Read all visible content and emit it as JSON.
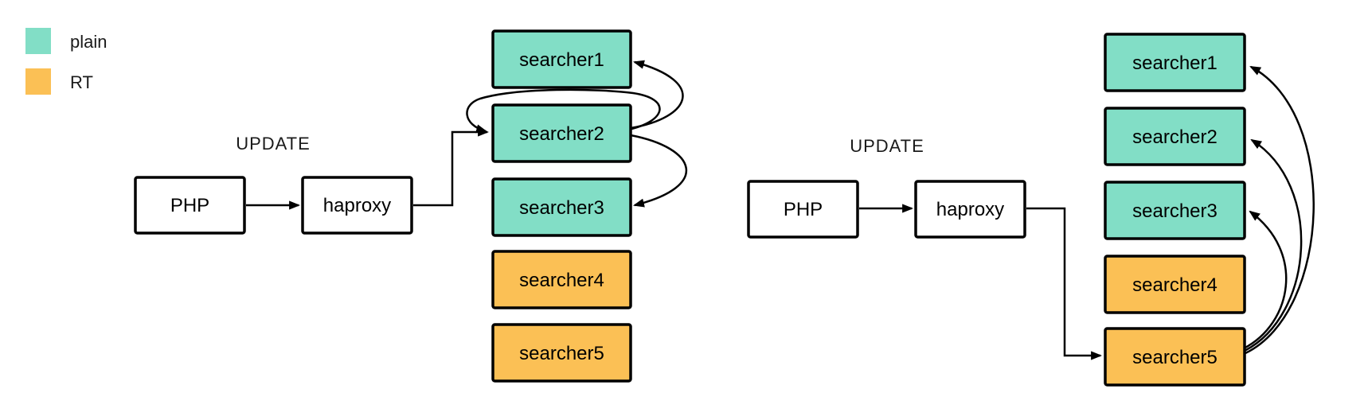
{
  "colors": {
    "plain": "#82DEC6",
    "rt": "#FBC055",
    "node_fill": "#FFFFFF",
    "stroke": "#000000"
  },
  "legend": {
    "items": [
      {
        "label": "plain",
        "color": "#82DEC6"
      },
      {
        "label": "RT",
        "color": "#FBC055"
      }
    ]
  },
  "left_diagram": {
    "update_label": "UPDATE",
    "php_label": "PHP",
    "haproxy_label": "haproxy",
    "searchers": [
      {
        "label": "searcher1",
        "type": "plain",
        "color": "#82DEC6"
      },
      {
        "label": "searcher2",
        "type": "plain",
        "color": "#82DEC6"
      },
      {
        "label": "searcher3",
        "type": "plain",
        "color": "#82DEC6"
      },
      {
        "label": "searcher4",
        "type": "RT",
        "color": "#FBC055"
      },
      {
        "label": "searcher5",
        "type": "RT",
        "color": "#FBC055"
      }
    ],
    "edges": [
      {
        "from": "PHP",
        "to": "haproxy"
      },
      {
        "from": "haproxy",
        "to": "searcher2"
      },
      {
        "from": "searcher2",
        "to": "searcher1"
      },
      {
        "from": "searcher2",
        "to": "searcher2"
      },
      {
        "from": "searcher2",
        "to": "searcher3"
      }
    ]
  },
  "right_diagram": {
    "update_label": "UPDATE",
    "php_label": "PHP",
    "haproxy_label": "haproxy",
    "searchers": [
      {
        "label": "searcher1",
        "type": "plain",
        "color": "#82DEC6"
      },
      {
        "label": "searcher2",
        "type": "plain",
        "color": "#82DEC6"
      },
      {
        "label": "searcher3",
        "type": "plain",
        "color": "#82DEC6"
      },
      {
        "label": "searcher4",
        "type": "RT",
        "color": "#FBC055"
      },
      {
        "label": "searcher5",
        "type": "RT",
        "color": "#FBC055"
      }
    ],
    "edges": [
      {
        "from": "PHP",
        "to": "haproxy"
      },
      {
        "from": "haproxy",
        "to": "searcher5"
      },
      {
        "from": "searcher5",
        "to": "searcher1"
      },
      {
        "from": "searcher5",
        "to": "searcher2"
      },
      {
        "from": "searcher5",
        "to": "searcher3"
      }
    ]
  }
}
